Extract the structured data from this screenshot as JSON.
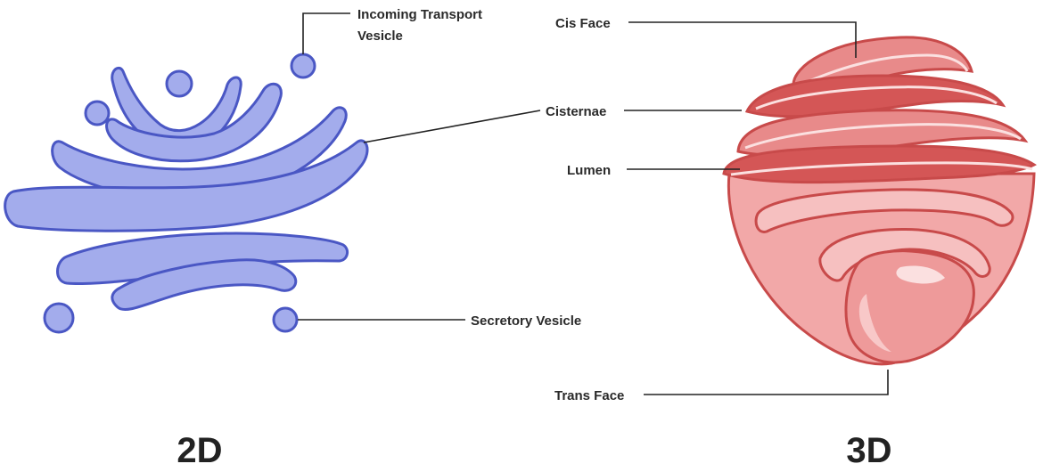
{
  "labels": {
    "incoming_line1": "Incoming Transport",
    "incoming_line2": "Vesicle",
    "cisternae": "Cisternae",
    "secretory_vesicle": "Secretory Vesicle",
    "cis_face": "Cis Face",
    "lumen": "Lumen",
    "trans_face": "Trans Face"
  },
  "titles": {
    "left": "2D",
    "right": "3D"
  },
  "colors": {
    "fill_2d": "#a3acec",
    "stroke_2d": "#4a57c4",
    "fill_3d_light": "#f2a8a8",
    "fill_3d_mid": "#e88a8a",
    "fill_3d_dark": "#d45656",
    "stroke_3d": "#c84a4a",
    "highlight_3d": "#fbe0e0"
  }
}
